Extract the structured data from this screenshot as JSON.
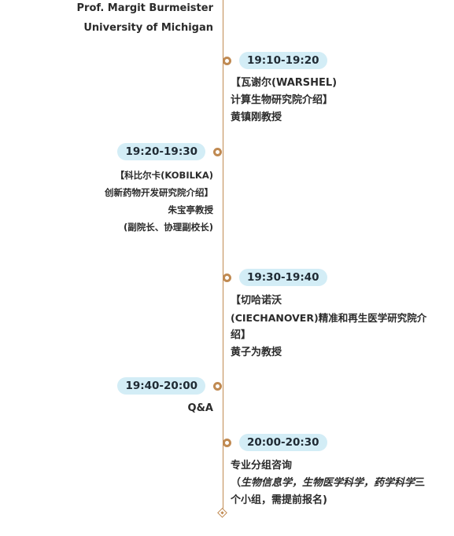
{
  "prev_session": {
    "speaker": "Prof. Margit Burmeister",
    "affiliation": "University of Michigan"
  },
  "sessions": [
    {
      "time": "19:10-19:20",
      "lines": [
        "【瓦谢尔(WARSHEL)",
        "计算生物研究院介绍】",
        "黄镇刚教授"
      ]
    },
    {
      "time": "19:20-19:30",
      "lines": [
        "【科比尔卡(KOBILKA)",
        "创新药物开发研究院介绍】",
        "朱宝亭教授",
        "(副院长、协理副校长)"
      ]
    },
    {
      "time": "19:30-19:40",
      "lines": [
        "【切哈诺沃",
        "(CIECHANOVER)精准和再生医学研究院介",
        "绍】",
        "黄子为教授"
      ]
    },
    {
      "time": "19:40-20:00",
      "lines": [
        "Q&A"
      ]
    },
    {
      "time": "20:00-20:30",
      "title": "专业分组咨询",
      "note_open": "（",
      "note_italic_1": "生物信息学，生物医学科学，药学科学",
      "note_rest_1": "三",
      "note_line_2": "个小组，需提前报名)"
    }
  ],
  "colors": {
    "timeline": "#c08a52",
    "pill_bg": "#d3edf6",
    "text": "#2b2b2b"
  }
}
